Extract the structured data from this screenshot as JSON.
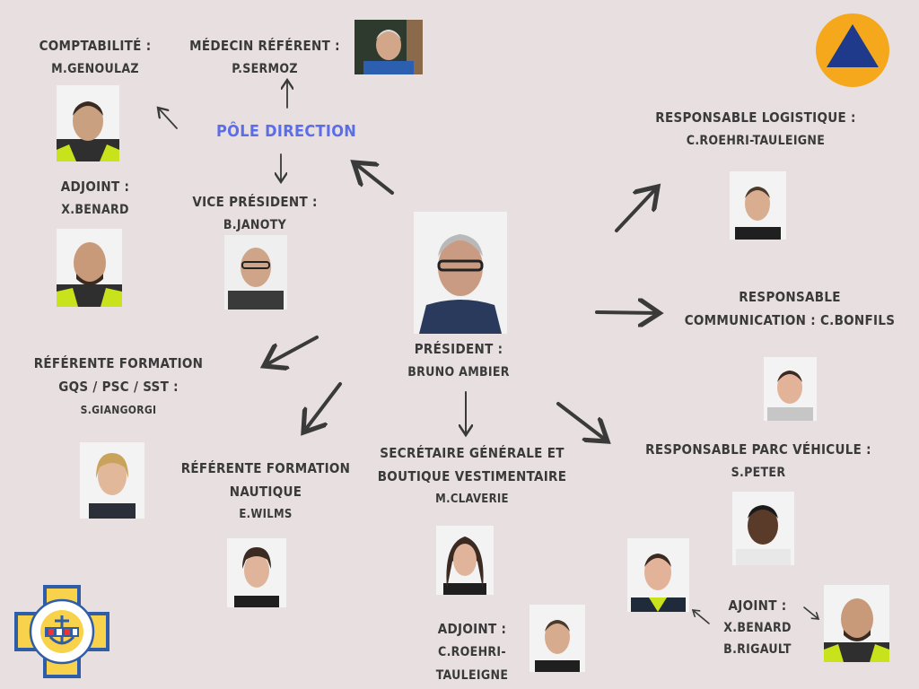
{
  "colors": {
    "background": "#e7dfe0",
    "text": "#3a3a3a",
    "direction": "#5b6ee8",
    "civil_protection_disc": "#f5a81c",
    "civil_protection_triangle": "#1f3a8a"
  },
  "direction": "PÔLE DIRECTION",
  "president": {
    "title": "PRÉSIDENT :",
    "name": "BRUNO AMBIER"
  },
  "comptabilite": {
    "title": "COMPTABILITÉ :",
    "name": "M.GENOULAZ"
  },
  "medecin": {
    "title": "MÉDECIN RÉFÉRENT :",
    "name": "P.SERMOZ"
  },
  "adjoint_compta": {
    "title": "ADJOINT :",
    "name": "X.BENARD"
  },
  "vice_president": {
    "title": "VICE PRÉSIDENT :",
    "name": "B.JANOTY"
  },
  "formation_gqs": {
    "line1": "RÉFÉRENTE FORMATION",
    "line2": "GQS / PSC / SST :",
    "name": "S.GIANGORGI"
  },
  "formation_nautique": {
    "line1": "RÉFÉRENTE FORMATION",
    "line2": "NAUTIQUE",
    "name": "E.WILMS"
  },
  "secretaire": {
    "line1": "SECRÉTAIRE GÉNÉRALE ET",
    "line2": "BOUTIQUE VESTIMENTAIRE",
    "name": "M.CLAVERIE"
  },
  "adjoint_secretaire": {
    "title": "ADJOINT :",
    "line1": "C.ROEHRI-",
    "line2": "TAULEIGNE"
  },
  "logistique": {
    "title": "RESPONSABLE LOGISTIQUE :",
    "name": "C.ROEHRI-TAULEIGNE"
  },
  "communication": {
    "line1": "RESPONSABLE",
    "line2": "COMMUNICATION  : C.BONFILS"
  },
  "parc": {
    "title": "RESPONSABLE PARC VÉHICULE :",
    "name": "S.PETER"
  },
  "adjoint_parc": {
    "title": "AJOINT :",
    "name1": "X.BENARD",
    "name2": "B.RIGAULT"
  }
}
